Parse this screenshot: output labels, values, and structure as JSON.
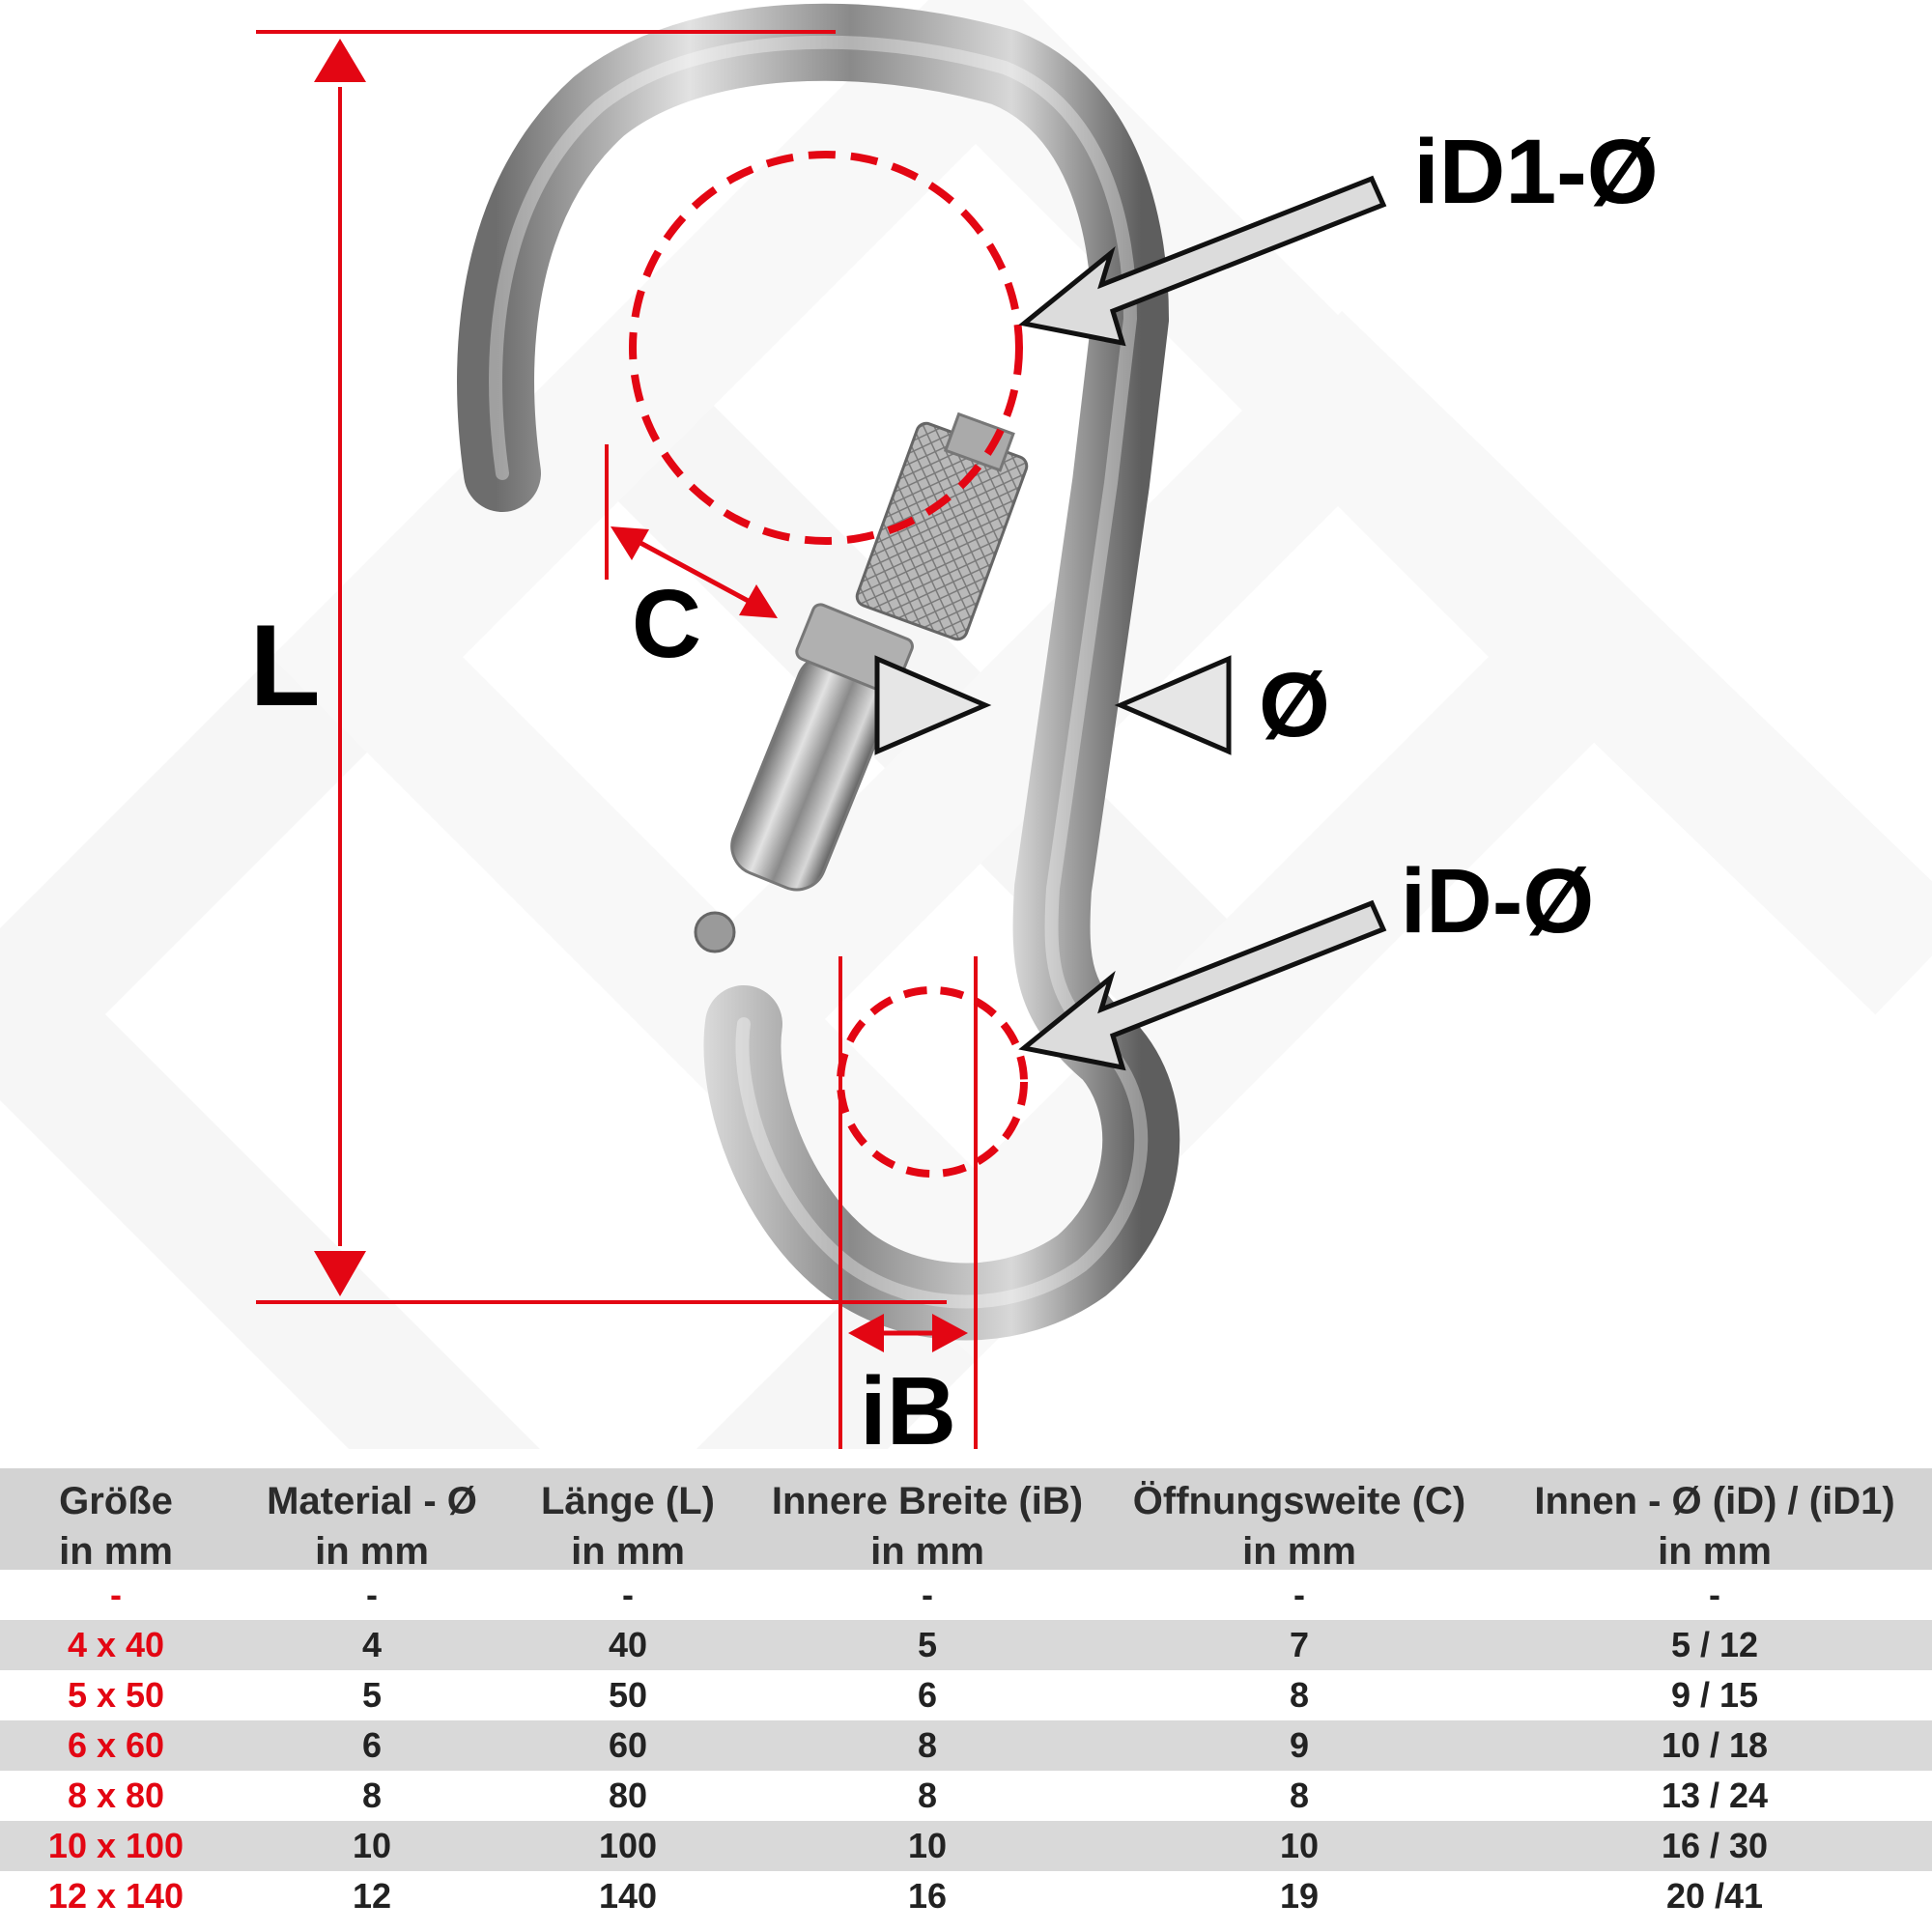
{
  "labels": {
    "L": "L",
    "C": "C",
    "phi": "Ø",
    "iD1": "iD1-Ø",
    "iD": "iD-Ø",
    "iB": "iB"
  },
  "colors": {
    "dimension": "#e30613",
    "metal": "#a9a9a9",
    "header_bg": "#d3d3d3",
    "row_alt_bg": "#d9d9d9"
  },
  "table": {
    "headers": [
      {
        "line1": "Größe",
        "line2": "in mm"
      },
      {
        "line1": "Material - Ø",
        "line2": "in mm"
      },
      {
        "line1": "Länge (L)",
        "line2": "in mm"
      },
      {
        "line1": "Innere Breite (iB)",
        "line2": "in mm"
      },
      {
        "line1": "Öffnungsweite (C)",
        "line2": "in mm"
      },
      {
        "line1": "Innen - Ø (iD) / (iD1)",
        "line2": "in mm"
      }
    ],
    "rows": [
      [
        "-",
        "-",
        "-",
        "-",
        "-",
        "-"
      ],
      [
        "4 x 40",
        "4",
        "40",
        "5",
        "7",
        "5 / 12"
      ],
      [
        "5 x 50",
        "5",
        "50",
        "6",
        "8",
        "9 / 15"
      ],
      [
        "6 x 60",
        "6",
        "60",
        "8",
        "9",
        "10 / 18"
      ],
      [
        "8 x 80",
        "8",
        "80",
        "8",
        "8",
        "13 / 24"
      ],
      [
        "10 x 100",
        "10",
        "100",
        "10",
        "10",
        "16 / 30"
      ],
      [
        "12 x 140",
        "12",
        "140",
        "16",
        "19",
        "20 /41"
      ]
    ]
  }
}
